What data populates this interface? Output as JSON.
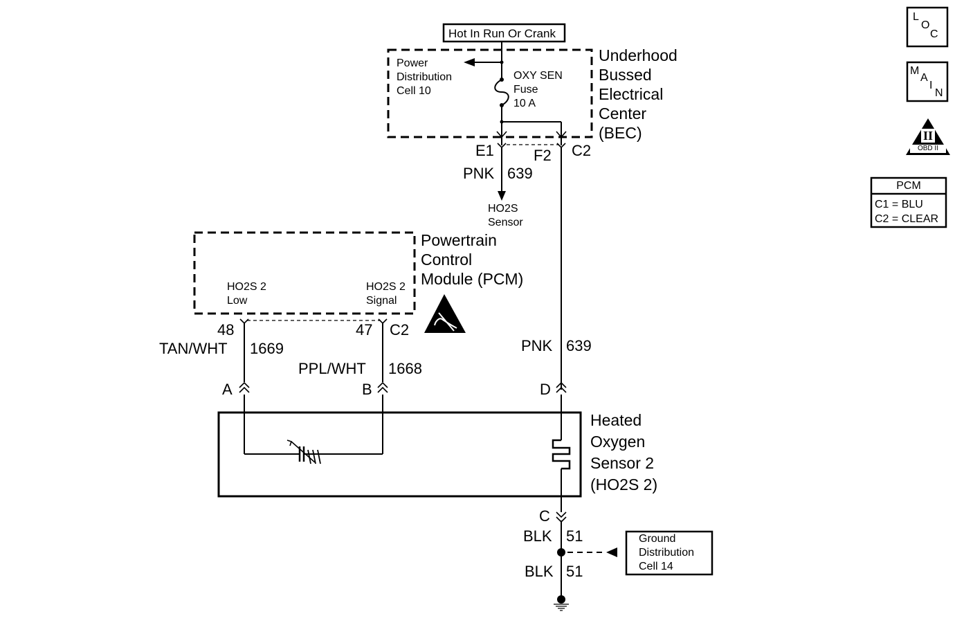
{
  "top_supply": "Hot In Run Or Crank",
  "bec": {
    "title_lines": [
      "Underhood",
      "Bussed",
      "Electrical",
      "Center",
      "(BEC)"
    ],
    "power_dist_lines": [
      "Power",
      "Distribution",
      "Cell 10"
    ],
    "fuse_lines": [
      "OXY SEN",
      "Fuse",
      "10 A"
    ],
    "terminal_e1": "E1",
    "terminal_f2": "F2",
    "connector_c2": "C2"
  },
  "wire_upper_left": {
    "color": "PNK",
    "circuit": "639"
  },
  "ho2s_sensor_ref_lines": [
    "HO2S",
    "Sensor"
  ],
  "pcm": {
    "title_lines": [
      "Powertrain",
      "Control",
      "Module (PCM)"
    ],
    "low_lines": [
      "HO2S 2",
      "Low"
    ],
    "signal_lines": [
      "HO2S 2",
      "Signal"
    ],
    "pin_48": "48",
    "pin_47": "47",
    "connector_c2": "C2"
  },
  "wire_tan": {
    "color": "TAN/WHT",
    "circuit": "1669"
  },
  "wire_ppl": {
    "color": "PPL/WHT",
    "circuit": "1668"
  },
  "wire_pnk_right": {
    "color": "PNK",
    "circuit": "639"
  },
  "sensor_terminals": {
    "a": "A",
    "b": "B",
    "d": "D",
    "c": "C"
  },
  "sensor_title_lines": [
    "Heated",
    "Oxygen",
    "Sensor 2",
    "(HO2S 2)"
  ],
  "wire_blk_upper": {
    "color": "BLK",
    "circuit": "51"
  },
  "wire_blk_lower": {
    "color": "BLK",
    "circuit": "51"
  },
  "ground_dist_lines": [
    "Ground",
    "Distribution",
    "Cell 14"
  ],
  "legend": {
    "loc_icon_letters": [
      "L",
      "O",
      "C"
    ],
    "main_icon_letters": [
      "M",
      "A",
      "I",
      "N"
    ],
    "obd_roman": "II",
    "obd_label": "OBD II",
    "pcm_header": "PCM",
    "pcm_c1": "C1 = BLU",
    "pcm_c2": "C2 = CLEAR"
  }
}
